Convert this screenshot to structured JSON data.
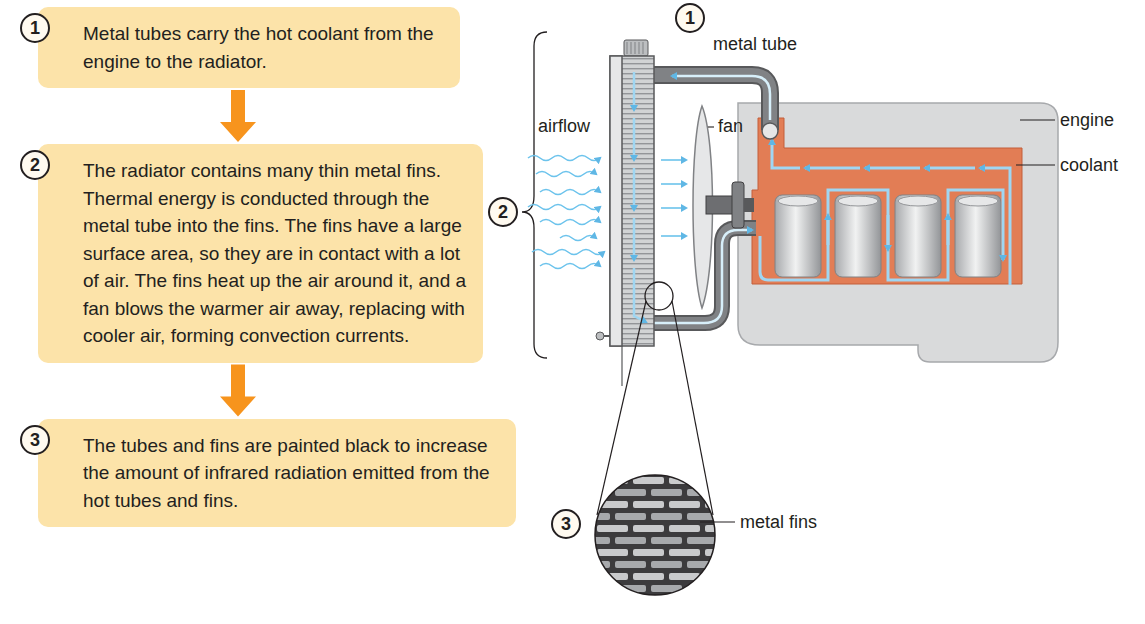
{
  "diagram": {
    "nodes": [
      {
        "text": [
          "1",
          "Metal tubes carry the hot coolant from the engine to the radiator."
        ]
      },
      {
        "text": [
          "2",
          "The radiator contains many thin metal fins. Thermal energy is conducted through the metal tube into the fins. The fins have a large surface area, so they are in contact with a lot of air. The fins heat up the air around it, and a fan blows the warmer air away, replacing with cooler air, forming convection currents."
        ]
      },
      {
        "text": [
          "3",
          "The tubes and fins are painted black to increase the amount of infrared radiation emitted from the hot tubes and fins."
        ]
      }
    ],
    "edges": [
      {
        "from": 0,
        "to": 1,
        "arrow": "to"
      },
      {
        "from": 1,
        "to": 2,
        "arrow": "to"
      }
    ],
    "labels": [
      "1",
      "metal tube",
      "airflow",
      "fan",
      "engine",
      "coolant",
      "2",
      "3",
      "metal fins"
    ]
  }
}
